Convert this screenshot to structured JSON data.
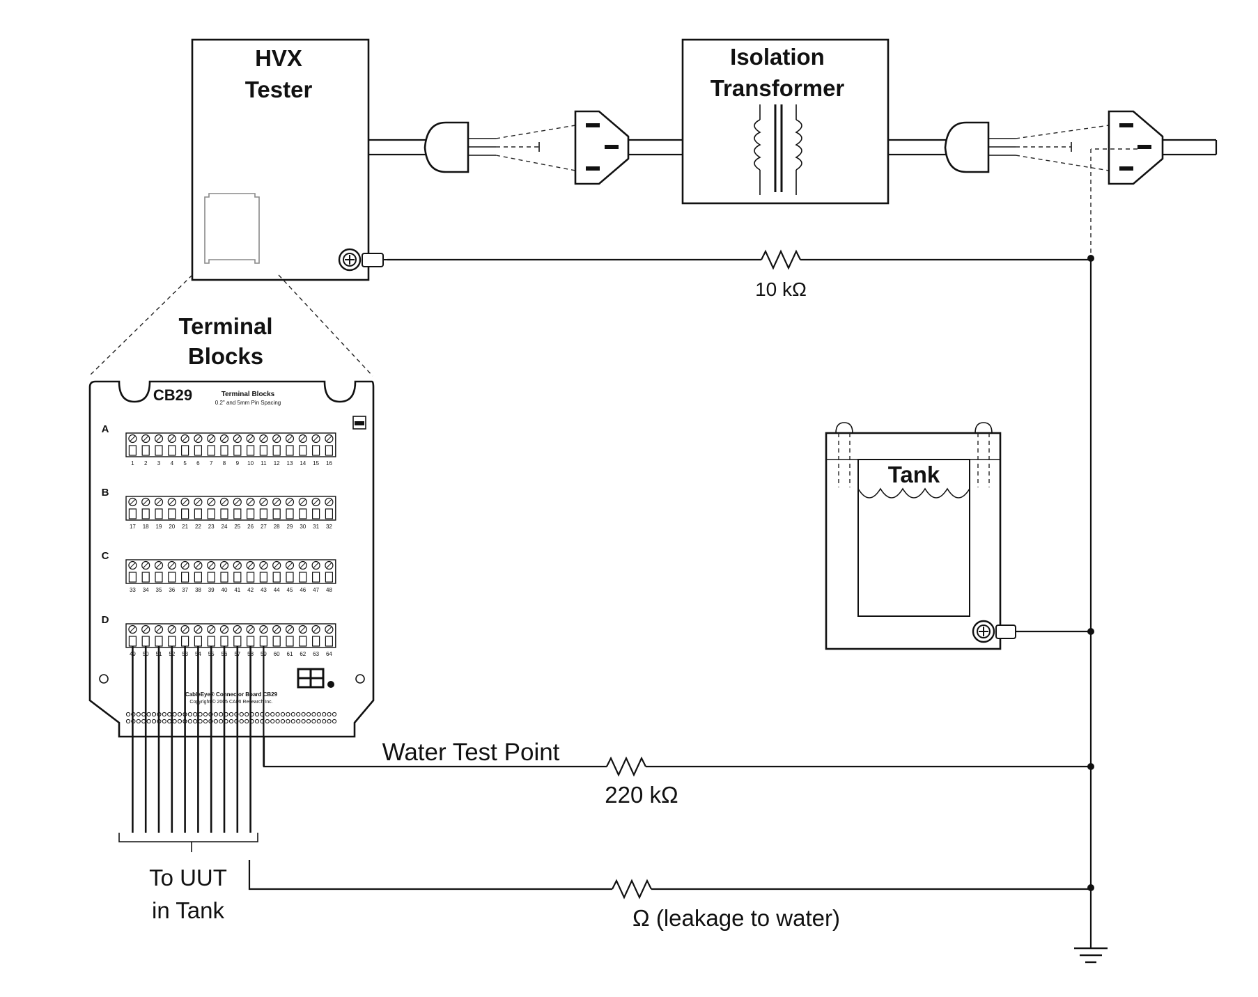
{
  "labels": {
    "hvx_line1": "HVX",
    "hvx_line2": "Tester",
    "iso_line1": "Isolation",
    "iso_line2": "Transformer",
    "tb_line1": "Terminal",
    "tb_line2": "Blocks",
    "tank": "Tank",
    "r_10k": "10 kΩ",
    "water_test_point": "Water Test Point",
    "r_220k": "220 kΩ",
    "uut_line1": "To UUT",
    "uut_line2": "in Tank",
    "leakage": "Ω (leakage to water)"
  },
  "board": {
    "model": "CB29",
    "title": "Terminal Blocks",
    "subtitle": "0.2\" and 5mm Pin Spacing",
    "footer1": "CableEye® Connector Board CB29",
    "footer2": "Copyright © 2005  CAMI Research Inc.",
    "rows": [
      {
        "letter": "A",
        "pins": [
          "1",
          "2",
          "3",
          "4",
          "5",
          "6",
          "7",
          "8",
          "9",
          "10",
          "11",
          "12",
          "13",
          "14",
          "15",
          "16"
        ]
      },
      {
        "letter": "B",
        "pins": [
          "17",
          "18",
          "19",
          "20",
          "21",
          "22",
          "23",
          "24",
          "25",
          "26",
          "27",
          "28",
          "29",
          "30",
          "31",
          "32"
        ]
      },
      {
        "letter": "C",
        "pins": [
          "33",
          "34",
          "35",
          "36",
          "37",
          "38",
          "39",
          "40",
          "41",
          "42",
          "43",
          "44",
          "45",
          "46",
          "47",
          "48"
        ]
      },
      {
        "letter": "D",
        "pins": [
          "49",
          "50",
          "51",
          "52",
          "53",
          "54",
          "55",
          "56",
          "57",
          "58",
          "59",
          "60",
          "61",
          "62",
          "63",
          "64"
        ]
      }
    ]
  }
}
